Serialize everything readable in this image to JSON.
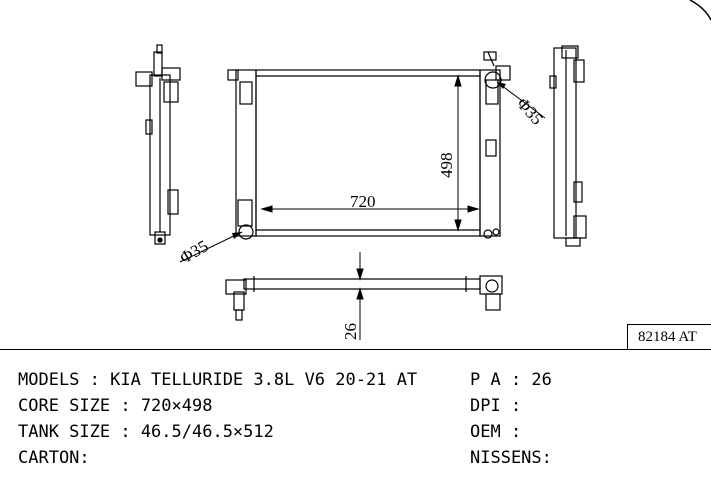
{
  "drawing": {
    "dim_height": "498",
    "dim_width": "720",
    "dim_inlet": "Φ35",
    "dim_outlet": "Φ35",
    "dim_tank": "26"
  },
  "part_number": "82184 AT",
  "specs": {
    "models": "MODELS : KIA TELLURIDE 3.8L V6 20-21 AT",
    "core_size": "CORE SIZE : 720×498",
    "tank_size": "TANK SIZE : 46.5/46.5×512",
    "carton": "CARTON:",
    "pa": "P A : 26",
    "dpi": "DPI :",
    "oem": "OEM :",
    "nissens": "NISSENS:"
  }
}
